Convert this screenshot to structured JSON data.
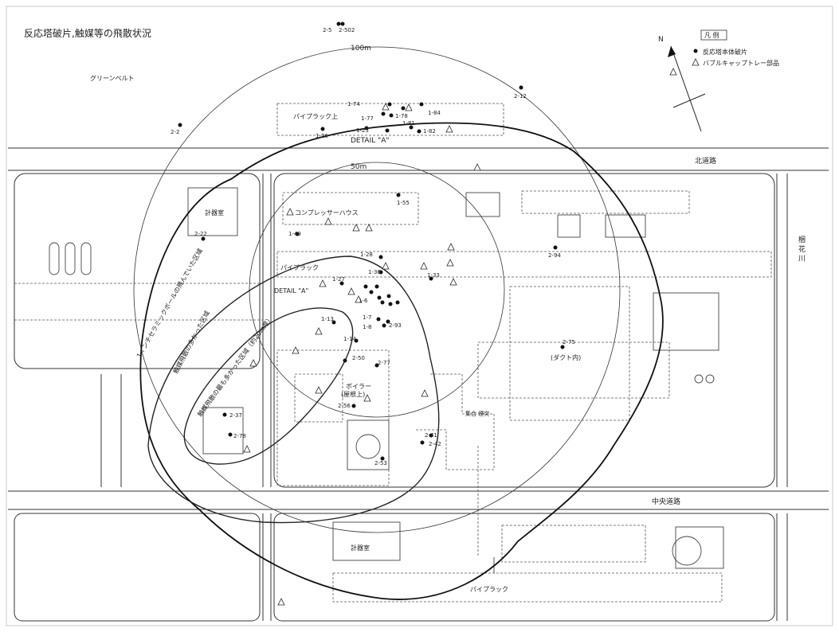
{
  "title": "反応塔破片,触媒等の飛散状況",
  "legend": {
    "header": "凡 例",
    "items": [
      {
        "symbol": "●",
        "label": "反応塔本体破片"
      },
      {
        "symbol": "△",
        "label": "バブルキャップトレー部品"
      }
    ]
  },
  "north_label": "N",
  "distance_labels": {
    "r100": "100m",
    "r50": "50m"
  },
  "roads": {
    "north": "北道路",
    "center": "中央道路",
    "river": "梱\n花\n川"
  },
  "areas": {
    "greenbelt": "グリーンベルト",
    "pipe_rack_upper": "パイプラック上",
    "detail_a_top": "DETAIL \"A\"",
    "detail_a_mid": "DETAIL \"A\"",
    "compressor": "コンプレッサーハウス",
    "pipe_rack": "パイプラック",
    "instrument_room_left": "計器室",
    "instrument_room_bottom": "計器室",
    "boiler": "ボイラー",
    "boiler_roof": "(屋根上)",
    "duct": "(ダクト内)",
    "pipe_rack_bottom": "パイプラック",
    "collection": "集合\n煙突"
  },
  "zone_labels": {
    "zone1": "1インチセラミックボールの飛んでいた区域",
    "zone2": "触媒飛散の多かった区域",
    "zone3": "触媒飛散の最も多かった区域（約20㎜厚）"
  },
  "fragments": [
    {
      "id": "2-5"
    },
    {
      "id": "2-502"
    },
    {
      "id": "2-12"
    },
    {
      "id": "2-2"
    },
    {
      "id": "1-74"
    },
    {
      "id": "1-77"
    },
    {
      "id": "1-78"
    },
    {
      "id": "1-84"
    },
    {
      "id": "1-26"
    },
    {
      "id": "1-25"
    },
    {
      "id": "1-81"
    },
    {
      "id": "1-82"
    },
    {
      "id": "1-55"
    },
    {
      "id": "1-49"
    },
    {
      "id": "2-22"
    },
    {
      "id": "2-94"
    },
    {
      "id": "1-28"
    },
    {
      "id": "1-36"
    },
    {
      "id": "1-27"
    },
    {
      "id": "1-33"
    },
    {
      "id": "1-6"
    },
    {
      "id": "1-7"
    },
    {
      "id": "1-8"
    },
    {
      "id": "1-13"
    },
    {
      "id": "1-14"
    },
    {
      "id": "2-93"
    },
    {
      "id": "2-50"
    },
    {
      "id": "2-77"
    },
    {
      "id": "2-56"
    },
    {
      "id": "2-75"
    },
    {
      "id": "2-37"
    },
    {
      "id": "2-78"
    },
    {
      "id": "2-53"
    },
    {
      "id": "2-41"
    },
    {
      "id": "2-42"
    }
  ]
}
